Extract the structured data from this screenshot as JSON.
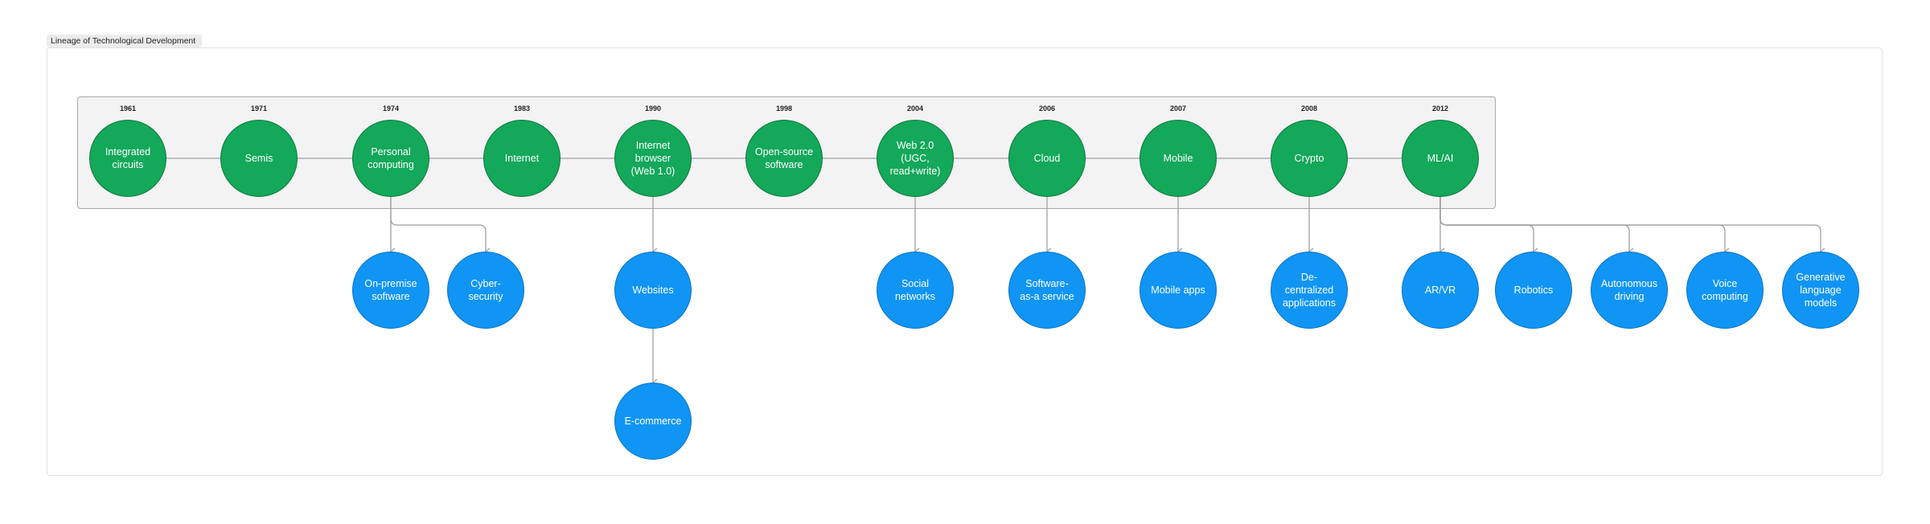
{
  "frame": {
    "title": "Lineage of Technological Development"
  },
  "colors": {
    "tech": "#14a85a",
    "app": "#1095f5",
    "edge": "#a0a0a0"
  },
  "timeline": [
    {
      "id": "ic",
      "year": "1961",
      "label": "Integrated\ncircuits"
    },
    {
      "id": "semis",
      "year": "1971",
      "label": "Semis"
    },
    {
      "id": "pc",
      "year": "1974",
      "label": "Personal\ncomputing"
    },
    {
      "id": "internet",
      "year": "1983",
      "label": "Internet"
    },
    {
      "id": "browser",
      "year": "1990",
      "label": "Internet\nbrowser\n(Web 1.0)"
    },
    {
      "id": "oss",
      "year": "1998",
      "label": "Open-source\nsoftware"
    },
    {
      "id": "web2",
      "year": "2004",
      "label": "Web 2.0\n(UGC,\nread+write)"
    },
    {
      "id": "cloud",
      "year": "2006",
      "label": "Cloud"
    },
    {
      "id": "mobile",
      "year": "2007",
      "label": "Mobile"
    },
    {
      "id": "crypto",
      "year": "2008",
      "label": "Crypto"
    },
    {
      "id": "mlai",
      "year": "2012",
      "label": "ML/AI"
    }
  ],
  "applications": [
    {
      "id": "onprem",
      "parent": "pc",
      "label": "On-premise\nsoftware"
    },
    {
      "id": "cyber",
      "parent": "pc",
      "label": "Cyber-\nsecurity"
    },
    {
      "id": "websites",
      "parent": "browser",
      "label": "Websites"
    },
    {
      "id": "ecommerce",
      "parent": "websites",
      "label": "E-commerce"
    },
    {
      "id": "social",
      "parent": "web2",
      "label": "Social\nnetworks"
    },
    {
      "id": "saas",
      "parent": "cloud",
      "label": "Software-\nas-a service"
    },
    {
      "id": "mobapps",
      "parent": "mobile",
      "label": "Mobile apps"
    },
    {
      "id": "dapps",
      "parent": "crypto",
      "label": "De-\ncentralized\napplications"
    },
    {
      "id": "arvr",
      "parent": "mlai",
      "label": "AR/VR"
    },
    {
      "id": "robotics",
      "parent": "mlai",
      "label": "Robotics"
    },
    {
      "id": "autodrive",
      "parent": "mlai",
      "label": "Autonomous\ndriving"
    },
    {
      "id": "voice",
      "parent": "mlai",
      "label": "Voice\ncomputing"
    },
    {
      "id": "genlm",
      "parent": "mlai",
      "label": "Generative\nlanguage\nmodels"
    }
  ]
}
